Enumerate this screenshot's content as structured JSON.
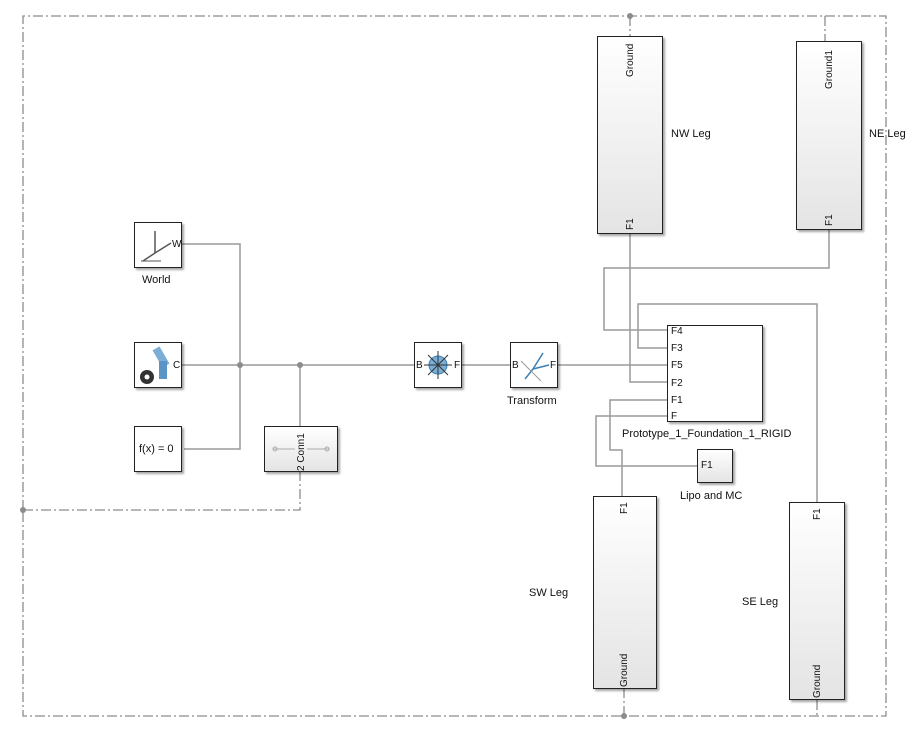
{
  "blocks": {
    "world": {
      "label": "World",
      "port": "W"
    },
    "solver": {
      "port": "C"
    },
    "fx": {
      "text": "f(x) = 0"
    },
    "conn": {
      "text": "2 Conn1"
    },
    "joint": {
      "port_b": "B",
      "port_f": "F"
    },
    "transform": {
      "label": "Transform",
      "port_b": "B",
      "port_f": "F"
    },
    "foundation": {
      "label": "Prototype_1_Foundation_1_RIGID",
      "ports": [
        "F4",
        "F3",
        "F5",
        "F2",
        "F1",
        "F"
      ]
    },
    "nw_leg": {
      "label": "NW Leg",
      "top_port": "Ground",
      "bottom_port": "F1"
    },
    "ne_leg": {
      "label": "NE Leg",
      "top_port": "Ground1",
      "bottom_port": "F1"
    },
    "sw_leg": {
      "label": "SW Leg",
      "top_port": "F1",
      "bottom_port": "Ground"
    },
    "se_leg": {
      "label": "SE Leg",
      "top_port": "F1",
      "bottom_port": "Ground"
    },
    "lipo": {
      "label": "Lipo and MC",
      "port": "F1"
    }
  },
  "colors": {
    "line": "#8c8c8c",
    "dashed": "#8c8c8c",
    "accent_blue": "#3b7fb5"
  }
}
